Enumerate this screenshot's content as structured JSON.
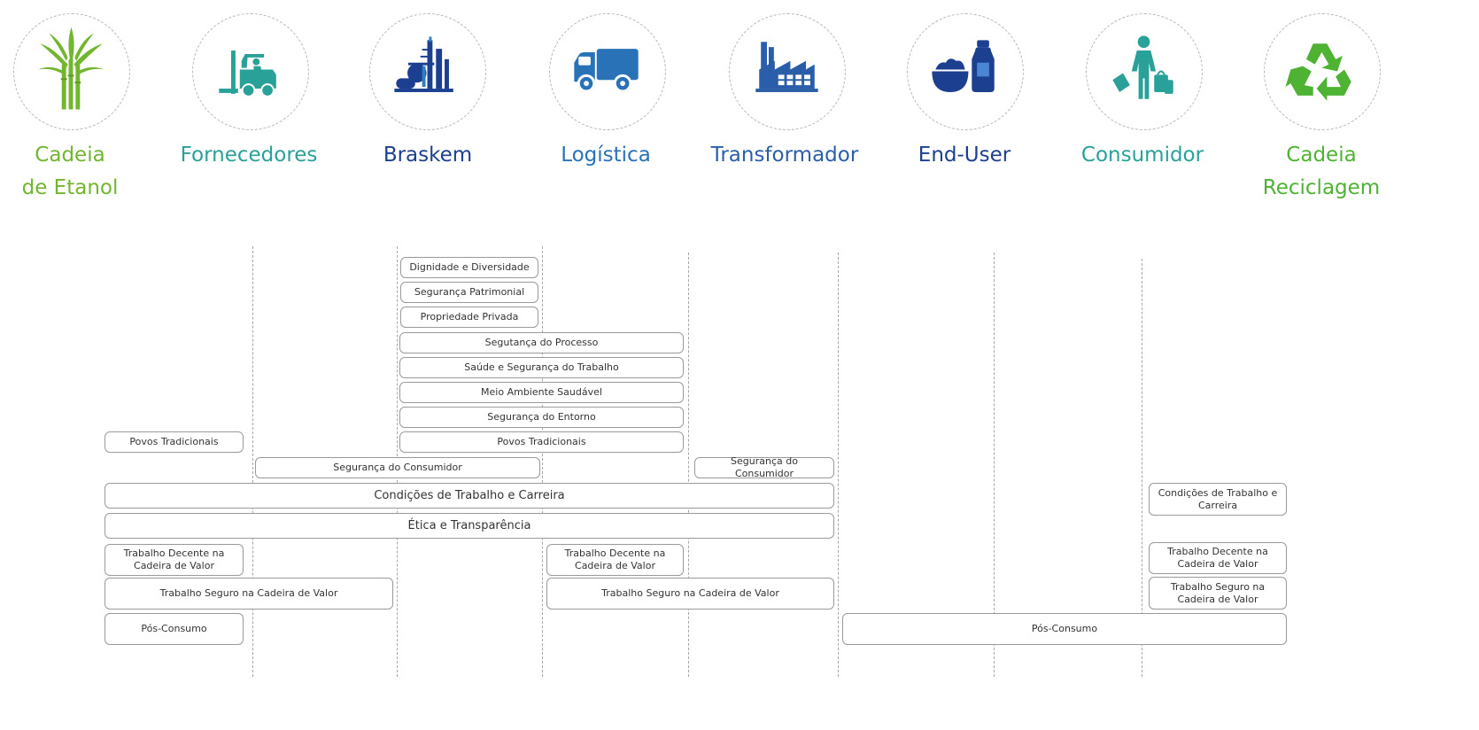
{
  "stages": [
    {
      "line1": "Cadeia",
      "line2": "de Etanol",
      "icon": "sugarcane-icon",
      "color": "#72b52e"
    },
    {
      "line1": "Fornecedores",
      "line2": "",
      "icon": "forklift-icon",
      "color": "#2aa198"
    },
    {
      "line1": "Braskem",
      "line2": "",
      "icon": "petrochemical-plant-icon",
      "color": "#1d3f8f"
    },
    {
      "line1": "Logística",
      "line2": "",
      "icon": "truck-icon",
      "color": "#2a72b8"
    },
    {
      "line1": "Transformador",
      "line2": "",
      "icon": "factory-icon",
      "color": "#2a5ea8"
    },
    {
      "line1": "End-User",
      "line2": "",
      "icon": "food-bottle-icon",
      "color": "#1d3f8f"
    },
    {
      "line1": "Consumidor",
      "line2": "",
      "icon": "shopper-icon",
      "color": "#2aa198"
    },
    {
      "line1": "Cadeia",
      "line2": "Reciclagem",
      "icon": "recycle-icon",
      "color": "#4eb233"
    }
  ],
  "topics": {
    "dignidade": "Dignidade e Diversidade",
    "seg_patrimonial": "Segurança Patrimonial",
    "propriedade": "Propriedade Privada",
    "seg_processo": "Segutança do Processo",
    "saude": "Saúde e Segurança do Trabalho",
    "meio_ambiente": "Meio Ambiente Saudável",
    "seg_entorno": "Segurança do Entorno",
    "povos_1": "Povos Tradicionais",
    "povos_2": "Povos Tradicionais",
    "seg_consumidor_1": "Segurança do Consumidor",
    "seg_consumidor_2": "Segurança do Consumidor",
    "condicoes_1": "Condições de Trabalho e Carreira",
    "condicoes_2_l1": "Condições de Trabalho e",
    "condicoes_2_l2": "Carreira",
    "etica": "Ética e Transparência",
    "decente_1_l1": "Trabalho Decente na",
    "decente_1_l2": "Cadeira de Valor",
    "decente_2_l1": "Trabalho Decente na",
    "decente_2_l2": "Cadeira de Valor",
    "decente_3_l1": "Trabalho Decente na",
    "decente_3_l2": "Cadeira de Valor",
    "seguro_1": "Trabalho Seguro na Cadeira de Valor",
    "seguro_2": "Trabalho Seguro na Cadeira de Valor",
    "seguro_3_l1": "Trabalho Seguro na",
    "seguro_3_l2": "Cadeira de Valor",
    "pos_1": "Pós-Consumo",
    "pos_2": "Pós-Consumo"
  }
}
